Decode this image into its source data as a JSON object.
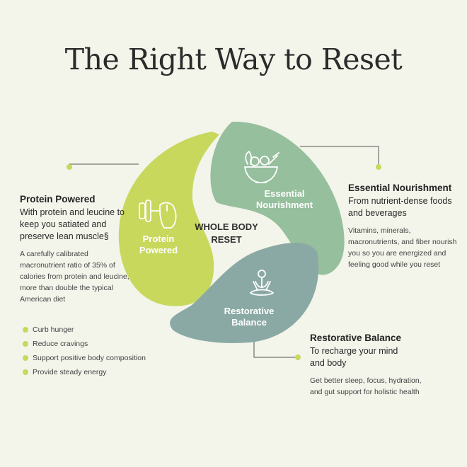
{
  "title": "The Right Way to Reset",
  "center_label": "WHOLE BODY RESET",
  "colors": {
    "background": "#f3f4ea",
    "protein": "#c8d85c",
    "nourishment": "#95bf9d",
    "restorative": "#8aa9a4",
    "connector_dot": "#c8d85c",
    "line": "#555555"
  },
  "petals": {
    "protein": {
      "label": "Protein Powered",
      "icon": "dumbbell-arm-icon"
    },
    "nourishment": {
      "label": "Essential Nourishment",
      "icon": "salad-bowl-icon"
    },
    "restorative": {
      "label": "Restorative Balance",
      "icon": "meditation-icon"
    }
  },
  "sections": {
    "protein": {
      "heading": "Protein Powered",
      "subheading": "With protein and leucine to keep you satiated and preserve lean muscle§",
      "body": "A carefully calibrated macronutrient ratio of 35% of calories from protein and leucine, more than double the typical American diet",
      "bullets": [
        "Curb hunger",
        "Reduce cravings",
        "Support positive body composition",
        "Provide steady energy"
      ]
    },
    "nourishment": {
      "heading": "Essential Nourishment",
      "subheading": "From nutrient-dense foods and beverages",
      "body": "Vitamins, minerals, macronutrients, and fiber nourish you so you are energized and feeling good while you reset"
    },
    "restorative": {
      "heading": "Restorative Balance",
      "subheading": "To recharge your mind and body",
      "body": "Get better sleep, focus, hydration, and gut support for holistic health"
    }
  }
}
